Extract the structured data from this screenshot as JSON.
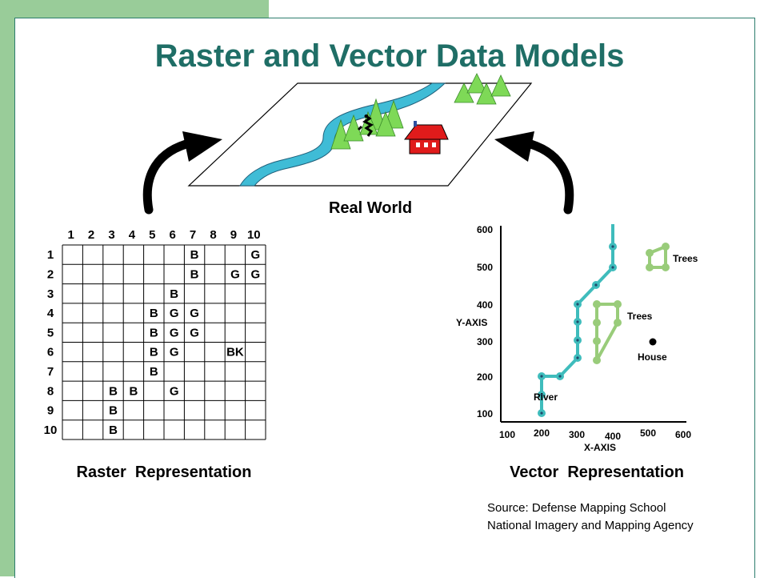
{
  "title": "Raster and Vector Data Models",
  "real_world": {
    "label": "Real World"
  },
  "raster": {
    "label": "Raster  Representation",
    "col_headers": [
      "1",
      "2",
      "3",
      "4",
      "5",
      "6",
      "7",
      "8",
      "9",
      "10"
    ],
    "row_headers": [
      "1",
      "2",
      "3",
      "4",
      "5",
      "6",
      "7",
      "8",
      "9",
      "10"
    ],
    "cells": [
      {
        "row": 1,
        "col": 7,
        "text": "B"
      },
      {
        "row": 1,
        "col": 10,
        "text": "G"
      },
      {
        "row": 2,
        "col": 7,
        "text": "B"
      },
      {
        "row": 2,
        "col": 9,
        "text": "G"
      },
      {
        "row": 2,
        "col": 10,
        "text": "G"
      },
      {
        "row": 3,
        "col": 6,
        "text": "B"
      },
      {
        "row": 4,
        "col": 5,
        "text": "B"
      },
      {
        "row": 4,
        "col": 6,
        "text": "G"
      },
      {
        "row": 4,
        "col": 7,
        "text": "G"
      },
      {
        "row": 5,
        "col": 5,
        "text": "B"
      },
      {
        "row": 5,
        "col": 6,
        "text": "G"
      },
      {
        "row": 5,
        "col": 7,
        "text": "G"
      },
      {
        "row": 6,
        "col": 5,
        "text": "B"
      },
      {
        "row": 6,
        "col": 6,
        "text": "G"
      },
      {
        "row": 6,
        "col": 9,
        "text": "BK"
      },
      {
        "row": 7,
        "col": 5,
        "text": "B"
      },
      {
        "row": 8,
        "col": 3,
        "text": "B"
      },
      {
        "row": 8,
        "col": 4,
        "text": "B"
      },
      {
        "row": 8,
        "col": 6,
        "text": "G"
      },
      {
        "row": 9,
        "col": 3,
        "text": "B"
      },
      {
        "row": 10,
        "col": 3,
        "text": "B"
      }
    ]
  },
  "vector": {
    "label": "Vector  Representation",
    "x_axis_label": "X-AXIS",
    "y_axis_label": "Y-AXIS",
    "x_ticks": [
      "100",
      "200",
      "300",
      "400",
      "500",
      "600"
    ],
    "y_ticks": [
      "100",
      "200",
      "300",
      "400",
      "500",
      "600"
    ],
    "river_label": "River",
    "trees_label_1": "Trees",
    "trees_label_2": "Trees",
    "house_label": "House",
    "colors": {
      "river": "#3fbcbc",
      "trees": "#99cc7a",
      "house": "#000000"
    }
  },
  "source": {
    "line1": "Source: Defense Mapping School",
    "line2": "National Imagery and Mapping Agency"
  }
}
